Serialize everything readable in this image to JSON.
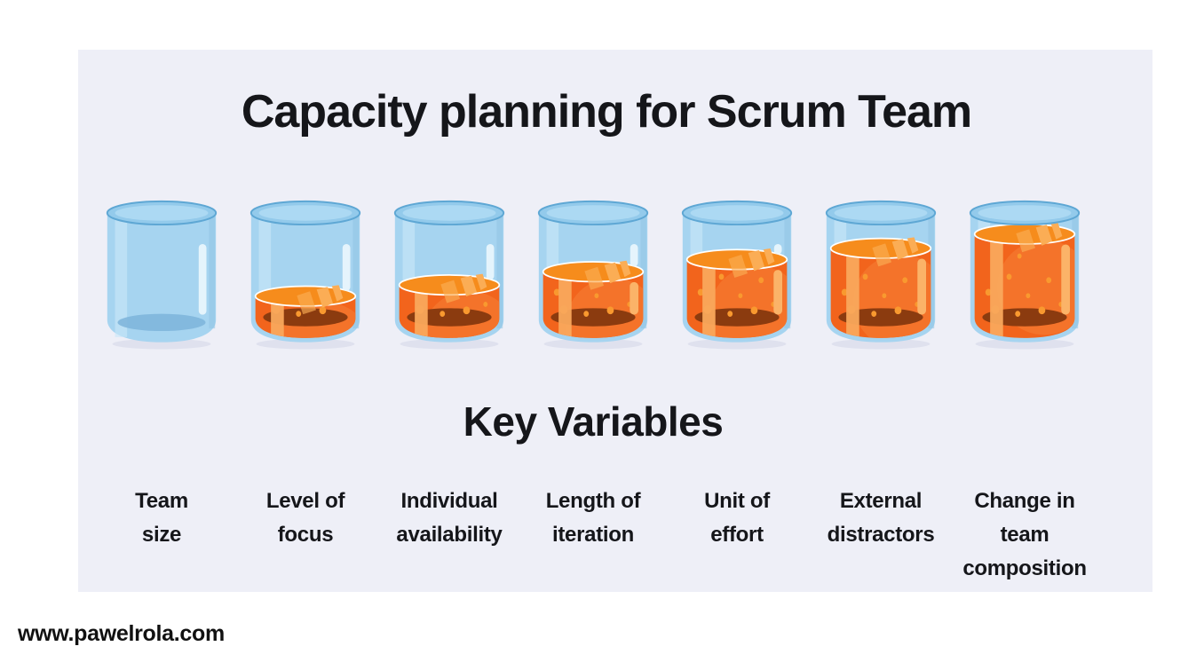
{
  "card": {
    "title": "Capacity planning for Scrum Team",
    "subtitle": "Key Variables",
    "background": "#eeeff7"
  },
  "footer": {
    "site": "www.pawelrola.com"
  },
  "chart_data": {
    "type": "bar",
    "variant": "pictorial-glasses",
    "title": "Capacity planning for Scrum Team",
    "subtitle": "Key Variables",
    "categories": [
      "Team size",
      "Level of focus",
      "Individual availability",
      "Length of iteration",
      "Unit of effort",
      "External distractors",
      "Change in team composition"
    ],
    "values": [
      0,
      25,
      36,
      49,
      61,
      72,
      86
    ],
    "unit": "percent-full",
    "ylim": [
      0,
      100
    ],
    "glyph": "glass-of-orange-liquid"
  },
  "glasses": [
    {
      "name": "team-size",
      "fill_percent": 0,
      "label_lines": [
        "Team",
        "size"
      ]
    },
    {
      "name": "level-of-focus",
      "fill_percent": 25,
      "label_lines": [
        "Level of",
        "focus"
      ]
    },
    {
      "name": "individual-availability",
      "fill_percent": 36,
      "label_lines": [
        "Individual",
        "availability"
      ]
    },
    {
      "name": "length-of-iteration",
      "fill_percent": 49,
      "label_lines": [
        "Length of",
        "iteration"
      ]
    },
    {
      "name": "unit-of-effort",
      "fill_percent": 61,
      "label_lines": [
        "Unit of",
        "effort"
      ]
    },
    {
      "name": "external-distractors",
      "fill_percent": 72,
      "label_lines": [
        "External",
        "distractors"
      ]
    },
    {
      "name": "change-in-team-composition",
      "fill_percent": 86,
      "label_lines": [
        "Change in",
        "team",
        "composition"
      ]
    }
  ],
  "colors": {
    "card_bg": "#eeeff7",
    "text": "#15161a",
    "glass_body": "#a6d4f0",
    "glass_rim": "#93caeb",
    "glass_rim_stroke": "#5ea7d4",
    "glass_rim_inner": "#acd9f3",
    "glass_bottom_shadow": "#7fb6dc",
    "glass_highlight_band": "#c9e7f8",
    "glass_streak_white": "#eaf6fd",
    "glass_edge_shade": "#8fc3e4",
    "under_glass_shadow": "#dfe1ee",
    "liquid_main": "#f2641c",
    "liquid_light_circle": "#f4732a",
    "liquid_surface": "#f68c1c",
    "surface_stripe": "#fbad55",
    "surface_outline": "#ffffff",
    "liquid_dark_bottom": "#8b3b0f",
    "bubble": "#f9992f",
    "liquid_band": "#f9a85c",
    "liquid_streak": "#fbb368"
  }
}
